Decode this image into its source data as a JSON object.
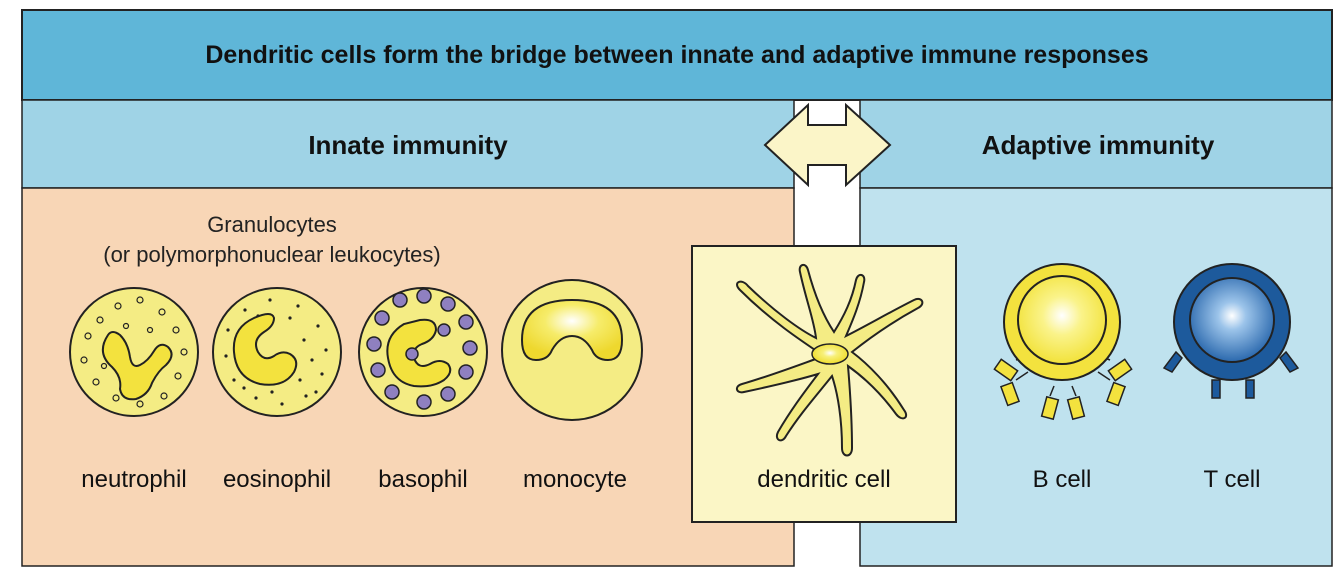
{
  "title": "Dendritic cells form the bridge between innate and adaptive immune responses",
  "innate": {
    "heading": "Innate immunity",
    "granulocytes_line1": "Granulocytes",
    "granulocytes_line2": "(or polymorphonuclear leukocytes)",
    "cells": [
      "neutrophil",
      "eosinophil",
      "basophil",
      "monocyte"
    ]
  },
  "bridge": {
    "cell": "dendritic cell"
  },
  "adaptive": {
    "heading": "Adaptive immunity",
    "cells": [
      "B cell",
      "T cell"
    ]
  },
  "colors": {
    "title_bar": "#5fb6d8",
    "header_bar": "#9fd3e6",
    "innate_bg": "#f8d6b6",
    "adaptive_bg": "#bfe2ee",
    "cell_yellow": "#f4ec84",
    "nucleus_yellow": "#f3e23e",
    "t_cell_blue": "#1d5a9c",
    "basophil_granule": "#8f80c0"
  }
}
